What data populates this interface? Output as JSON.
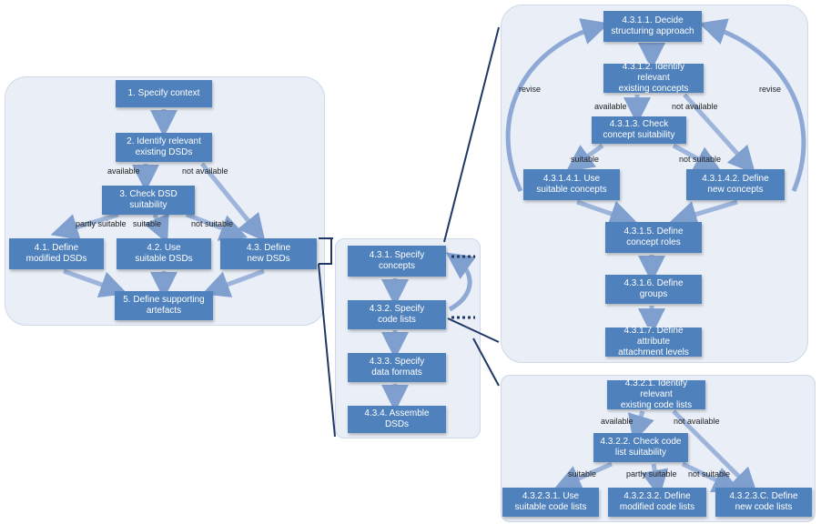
{
  "colors": {
    "box": "#4f81bd",
    "arrow": "#7f9fcf",
    "panel": "#e9eef7",
    "dark_line": "#1f3864"
  },
  "overview": {
    "specify_context": "1. Specify context",
    "identify_dsds": "2. Identify relevant\nexisting DSDs",
    "check_dsd": "3. Check DSD\nsuitability",
    "define_modified": "4.1. Define\nmodified DSDs",
    "use_suitable": "4.2. Use\nsuitable DSDs",
    "define_new": "4.3. Define\nnew DSDs",
    "define_artefacts": "5. Define supporting\nartefacts",
    "label_available": "available",
    "label_not_available": "not available",
    "label_partly": "partly suitable",
    "label_suitable": "suitable",
    "label_not_suitable": "not suitable"
  },
  "middle": {
    "specify_concepts": "4.3.1. Specify\nconcepts",
    "specify_code_lists": "4.3.2. Specify\ncode lists",
    "specify_formats": "4.3.3. Specify\ndata formats",
    "assemble": "4.3.4. Assemble\nDSDs"
  },
  "concepts": {
    "decide": "4.3.1.1. Decide\nstructuring approach",
    "identify": "4.3.1.2. Identify relevant\nexisting concepts",
    "check": "4.3.1.3. Check\nconcept suitability",
    "use": "4.3.1.4.1. Use\nsuitable concepts",
    "define_new": "4.3.1.4.2. Define\nnew concepts",
    "roles": "4.3.1.5. Define\nconcept roles",
    "groups": "4.3.1.6. Define groups",
    "attachment": "4.3.1.7. Define attribute\nattachment levels",
    "label_revise_left": "revise",
    "label_revise_right": "revise",
    "label_available": "available",
    "label_not_available": "not available",
    "label_suitable": "suitable",
    "label_not_suitable": "not suitable"
  },
  "codelists": {
    "identify": "4.3.2.1. Identify relevant\nexisting code lists",
    "check": "4.3.2.2. Check code\nlist suitability",
    "use": "4.3.2.3.1. Use\nsuitable code lists",
    "define_modified": "4.3.2.3.2. Define\nmodified code lists",
    "define_new": "4.3.2.3.C. Define\nnew code lists",
    "label_available": "available",
    "label_not_available": "not available",
    "label_suitable": "suitable",
    "label_partly": "partly suitable",
    "label_not_suitable": "not suitable"
  }
}
